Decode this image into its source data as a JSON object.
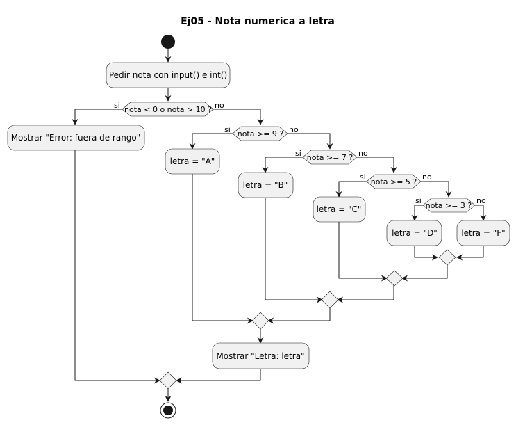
{
  "title": "Ej05 - Nota numerica a letra",
  "actions": {
    "input": "Pedir nota con input() e int()",
    "error": "Mostrar \"Error: fuera de rango\"",
    "letra_a": "letra = \"A\"",
    "letra_b": "letra = \"B\"",
    "letra_c": "letra = \"C\"",
    "letra_d": "letra = \"D\"",
    "letra_f": "letra = \"F\"",
    "mostrar": "Mostrar \"Letra: letra\""
  },
  "conditions": {
    "rango": "nota < 0 o nota > 10 ?",
    "ge9": "nota >= 9 ?",
    "ge7": "nota >= 7 ?",
    "ge5": "nota >= 5 ?",
    "ge3": "nota >= 3 ?"
  },
  "branches": {
    "yes": "si",
    "no": "no"
  }
}
